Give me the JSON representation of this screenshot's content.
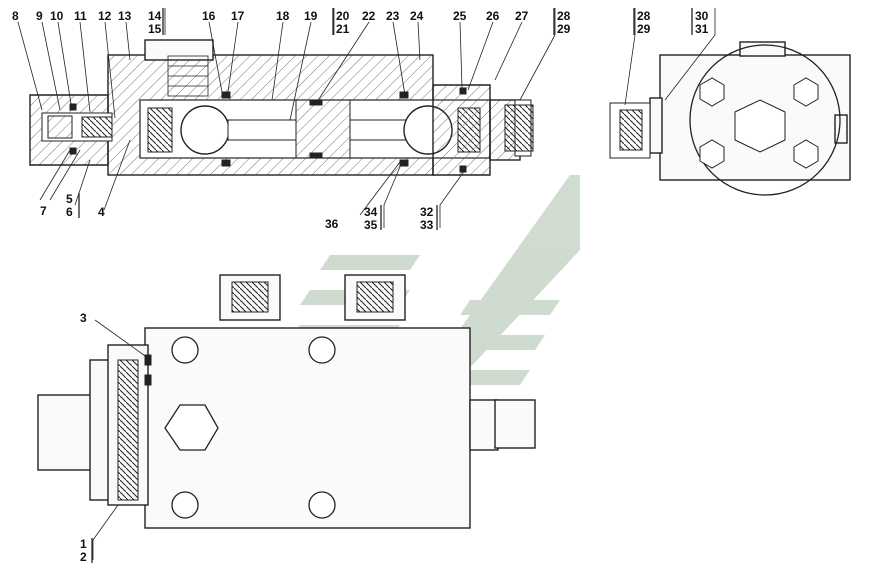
{
  "callouts_top": [
    "8",
    "9",
    "10",
    "11",
    "12",
    "13",
    "14",
    "15",
    "16",
    "17",
    "18",
    "19",
    "20",
    "21",
    "22",
    "23",
    "24",
    "25",
    "26",
    "27",
    "28",
    "29"
  ],
  "callouts_top_left_lower": [
    "7",
    "5",
    "6",
    "4"
  ],
  "callouts_top_right_lower": [
    "36",
    "34",
    "35",
    "32",
    "33"
  ],
  "callouts_end_view": [
    "28",
    "29",
    "30",
    "31"
  ],
  "callouts_front_view": [
    "3",
    "1",
    "2"
  ],
  "watermark": "logo-watermark"
}
